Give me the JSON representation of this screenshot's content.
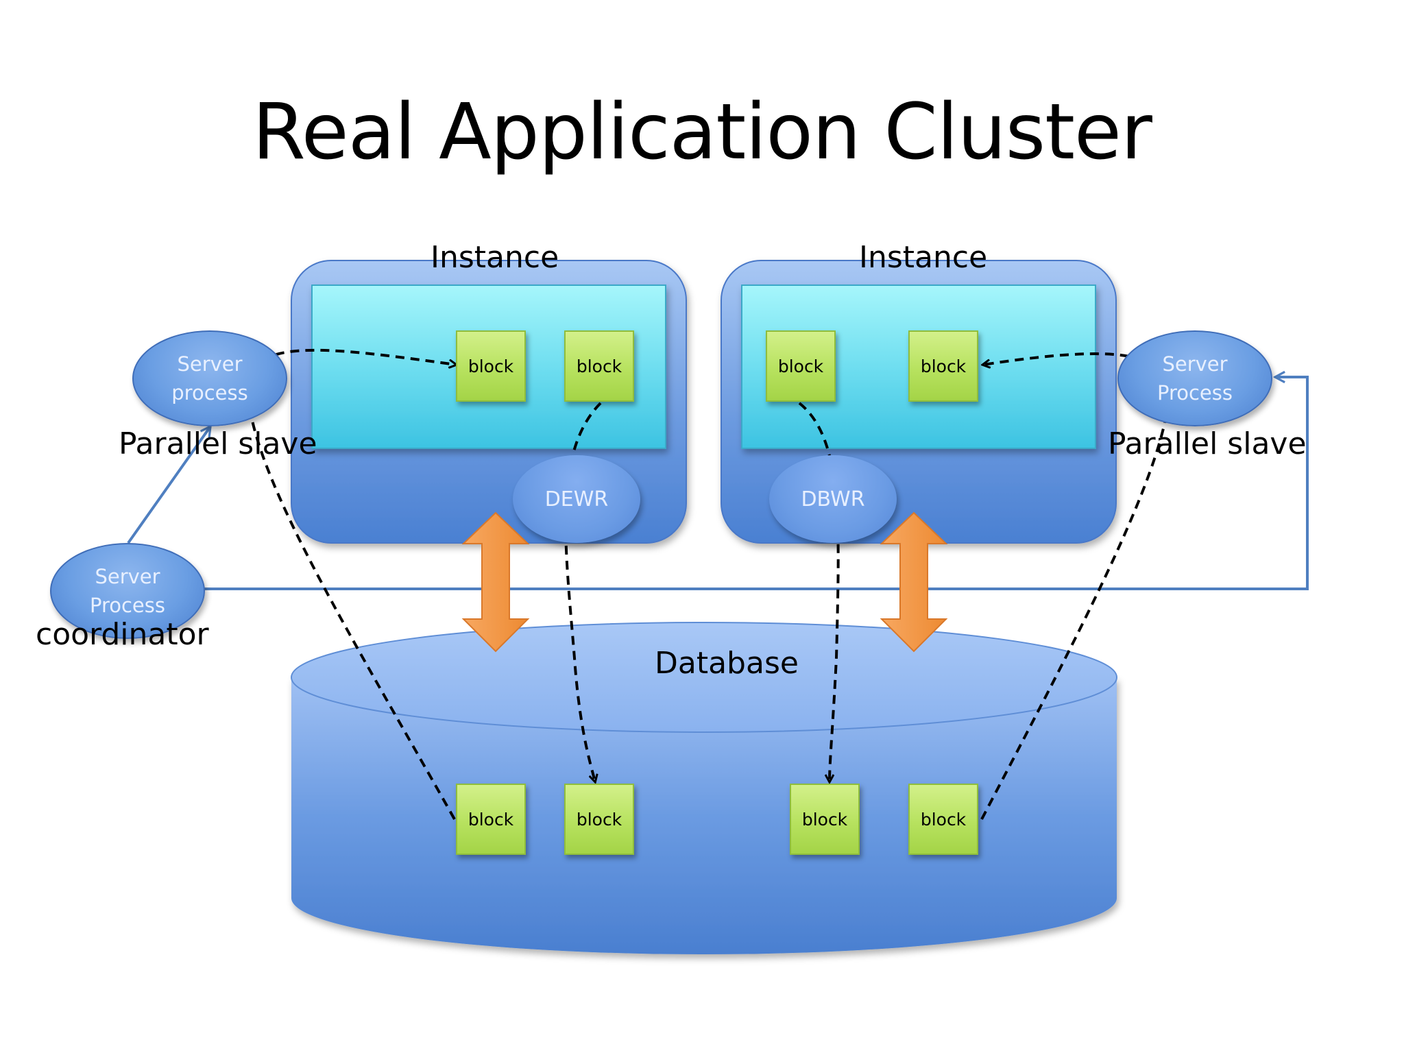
{
  "title": "Real Application Cluster",
  "instances": [
    {
      "label": "Instance",
      "blocks": [
        "block",
        "block"
      ],
      "writer": "DEWR"
    },
    {
      "label": "Instance",
      "blocks": [
        "block",
        "block"
      ],
      "writer": "DBWR"
    }
  ],
  "server_process_left": {
    "line1": "Server",
    "line2": "process",
    "caption": "Parallel slave"
  },
  "server_process_right": {
    "line1": "Server",
    "line2": "Process",
    "caption": "Parallel slave"
  },
  "coordinator": {
    "line1": "Server",
    "line2": "Process",
    "caption": "coordinator"
  },
  "database": {
    "label": "Database",
    "blocks": [
      "block",
      "block",
      "block",
      "block"
    ]
  },
  "colors": {
    "instance_box": "#5b8fd9",
    "buffer_cache": "#5fd5ea",
    "block": "#b7e25f",
    "arrow": "#f0913a",
    "connector": "#4f7fc0"
  }
}
